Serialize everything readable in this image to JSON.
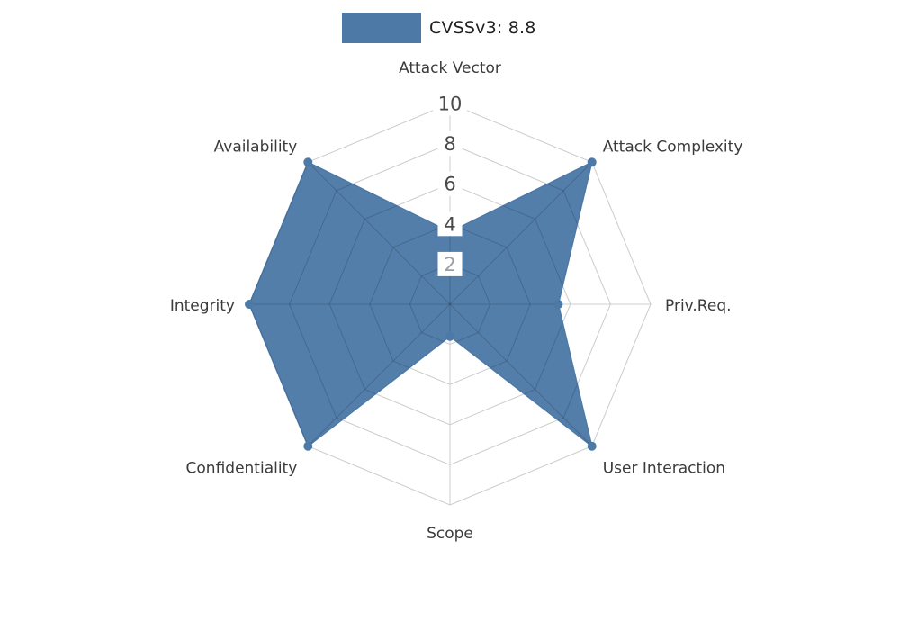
{
  "legend": {
    "label": "CVSSv3: 8.8"
  },
  "chart_data": {
    "type": "radar",
    "title": "CVSSv3: 8.8",
    "legend_position": "top",
    "axes": [
      "Attack Vector",
      "Attack Complexity",
      "Priv.Req.",
      "User Interaction",
      "Scope",
      "Confidentiality",
      "Integrity",
      "Availability"
    ],
    "series": [
      {
        "name": "CVSSv3: 8.8",
        "values": [
          3.6,
          10,
          5.4,
          10,
          1.6,
          10,
          10,
          10
        ]
      }
    ],
    "max": 10,
    "tick_values": [
      2,
      4,
      6,
      8,
      10
    ],
    "grid": true,
    "fill_color": "#4d79a7",
    "grid_color": "#cccccc",
    "axis_label_color": "#3b3b3b",
    "tick_label_color": "#4a4a4a",
    "tick_label_muted_color": "#9aa0a6",
    "tick_box_color": "#ffffff"
  }
}
